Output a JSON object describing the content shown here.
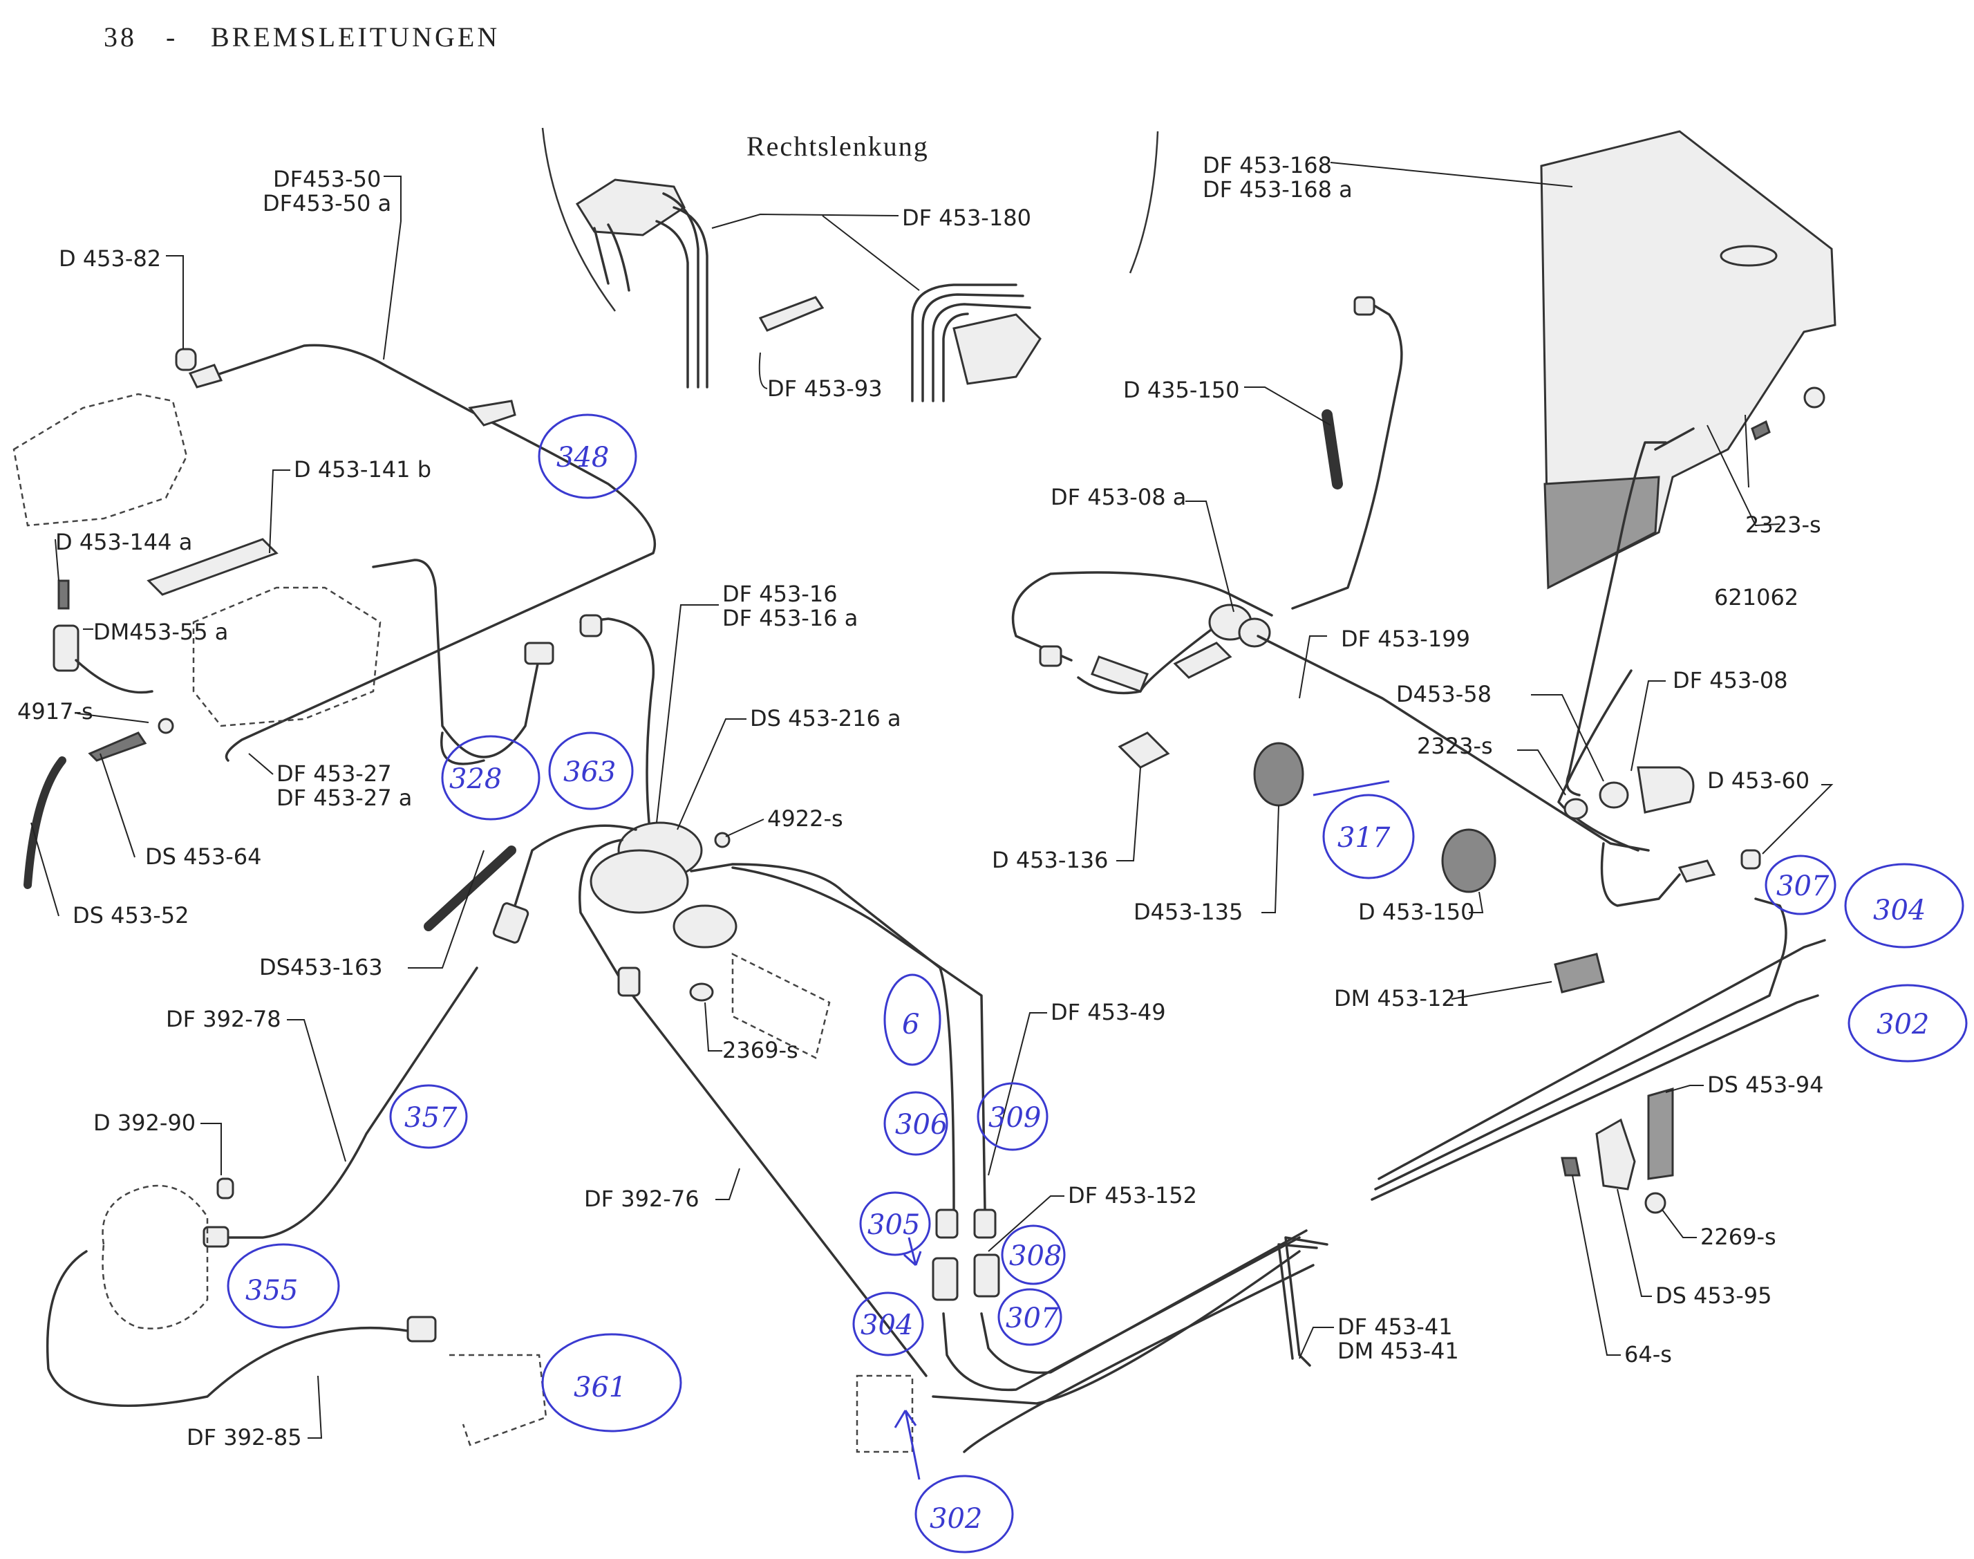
{
  "header": {
    "page_number": "38",
    "separator": "-",
    "title": "BREMSLEITUNGEN"
  },
  "inset": {
    "title": "Rechtslenkung"
  },
  "labels": {
    "df453_50": "DF453-50",
    "df453_50a": "DF453-50 a",
    "d453_82": "D 453-82",
    "d453_141b": "D 453-141 b",
    "d453_144a": "D 453-144 a",
    "dm453_55a": "DM453-55 a",
    "s4917": "4917-s",
    "ds453_64": "DS 453-64",
    "ds453_52": "DS 453-52",
    "df453_27": "DF 453-27",
    "df453_27a": "DF 453-27 a",
    "df453_16": "DF 453-16",
    "df453_16a": "DF 453-16 a",
    "ds453_216a": "DS 453-216 a",
    "s4922": "4922-s",
    "ds453_163": "DS453-163",
    "df392_78": "DF 392-78",
    "d392_90": "D 392-90",
    "s2369": "2369-s",
    "df453_49": "DF 453-49",
    "df392_76": "DF 392-76",
    "df453_152": "DF 453-152",
    "df392_85": "DF 392-85",
    "df453_180": "DF 453-180",
    "df453_93": "DF 453-93",
    "d435_150": "D 435-150",
    "df453_08a": "DF 453-08 a",
    "df453_168": "DF 453-168",
    "df453_168a": "DF 453-168 a",
    "s2323_top": "2323-s",
    "p621062": "621062",
    "df453_199": "DF 453-199",
    "d453_58": "D453-58",
    "s2323_mid": "2323-s",
    "df453_08": "DF 453-08",
    "d453_60": "D 453-60",
    "d453_136": "D 453-136",
    "d453_135": "D453-135",
    "d453_150": "D 453-150",
    "dm453_121": "DM 453-121",
    "ds453_94": "DS 453-94",
    "s2269": "2269-s",
    "ds453_95": "DS 453-95",
    "s64": "64-s",
    "df453_41": "DF 453-41",
    "dm453_41": "DM 453-41"
  },
  "handwritten_notes": {
    "n348": "348",
    "n328": "328",
    "n363": "363",
    "n317": "317",
    "n307a": "307",
    "n304a": "304",
    "n302a": "302",
    "n6": "6",
    "n306": "306",
    "n309": "309",
    "n357": "357",
    "n305": "305",
    "n308": "308",
    "n304b": "304",
    "n307b": "307",
    "n355": "355",
    "n361": "361",
    "n302b": "302"
  }
}
